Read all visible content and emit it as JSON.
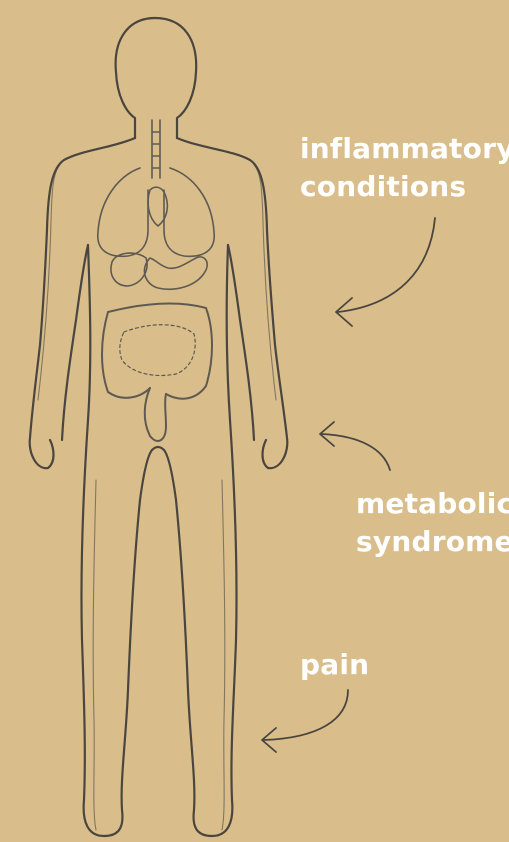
{
  "colors": {
    "background": "#d9be8c",
    "outline": "#4a463f",
    "organ": "#5e5a52",
    "label_text": "#ffffff"
  },
  "labels": {
    "inflammatory": {
      "line1": "inflammatory",
      "line2": "conditions"
    },
    "metabolic": {
      "line1": "metabolic",
      "line2": "syndrome"
    },
    "pain": {
      "line1": "pain"
    }
  },
  "icons": {
    "figure": "human-body-outline-icon",
    "organs": "internal-organs-icon",
    "arrow": "curved-arrow-icon"
  }
}
